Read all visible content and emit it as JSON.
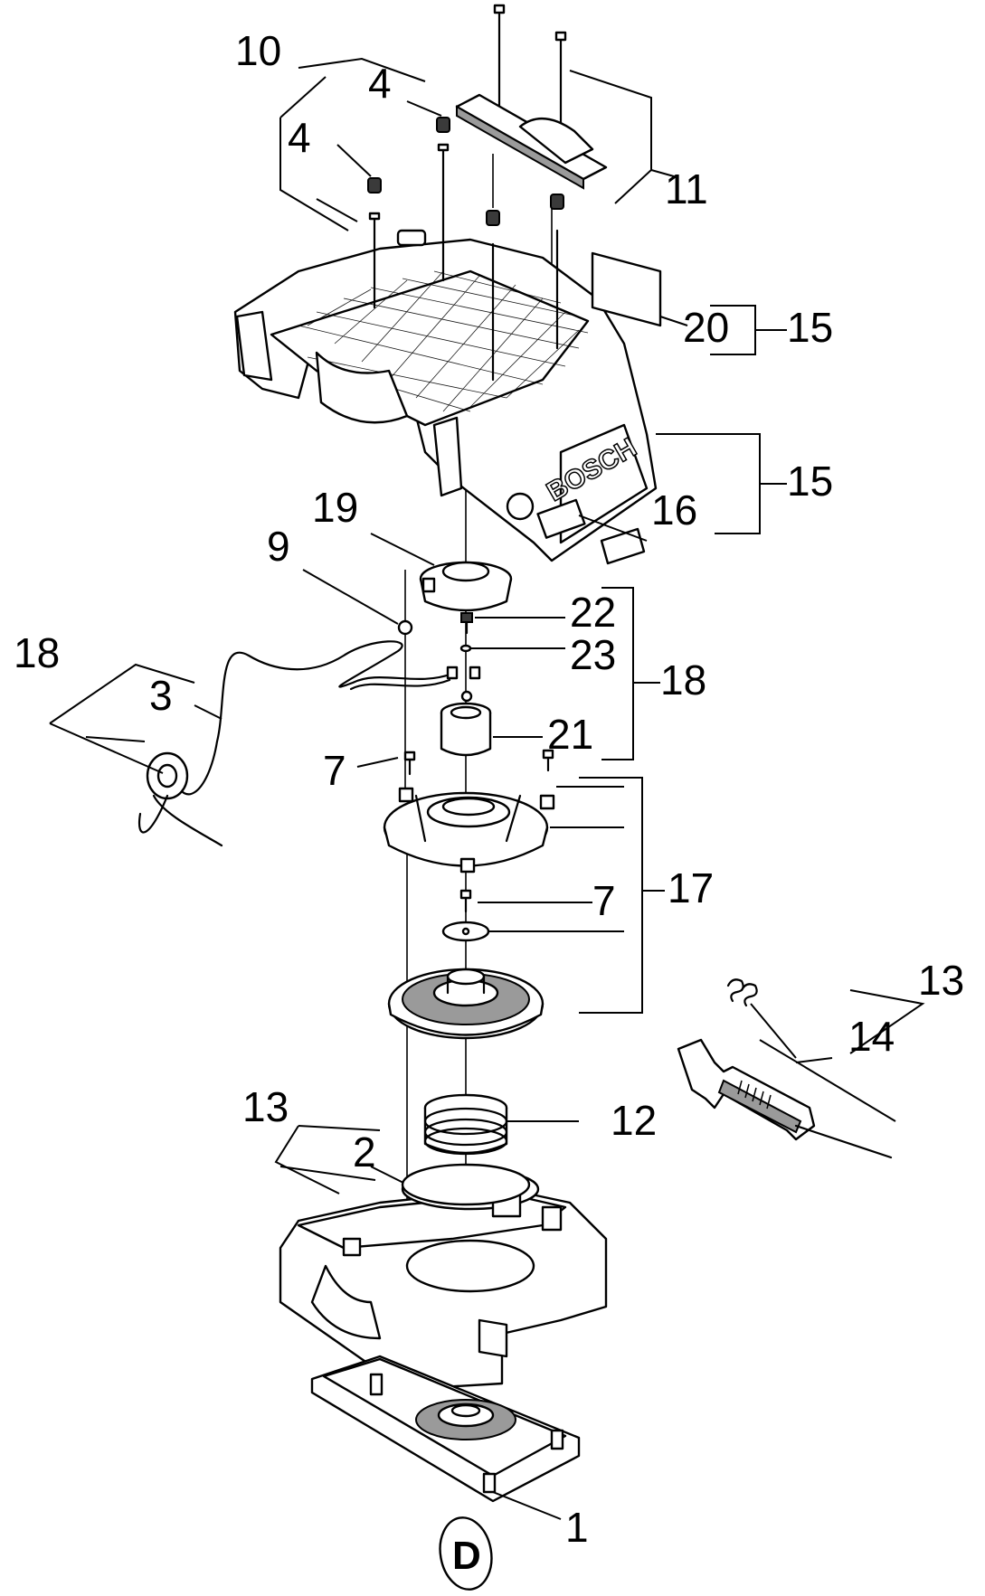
{
  "diagram": {
    "brand_text": "BOSCH",
    "marker_letter": "D",
    "callouts": {
      "c10": "10",
      "c4a": "4",
      "c4b": "4",
      "c11": "11",
      "c20": "20",
      "c15a": "15",
      "c15b": "15",
      "c16": "16",
      "c19": "19",
      "c9": "9",
      "c22": "22",
      "c23": "23",
      "c18a": "18",
      "c18b": "18",
      "c3": "3",
      "c21": "21",
      "c7a": "7",
      "c7b": "7",
      "c17": "17",
      "c13a": "13",
      "c14": "14",
      "c12": "12",
      "c13b": "13",
      "c2": "2",
      "c1": "1"
    }
  }
}
